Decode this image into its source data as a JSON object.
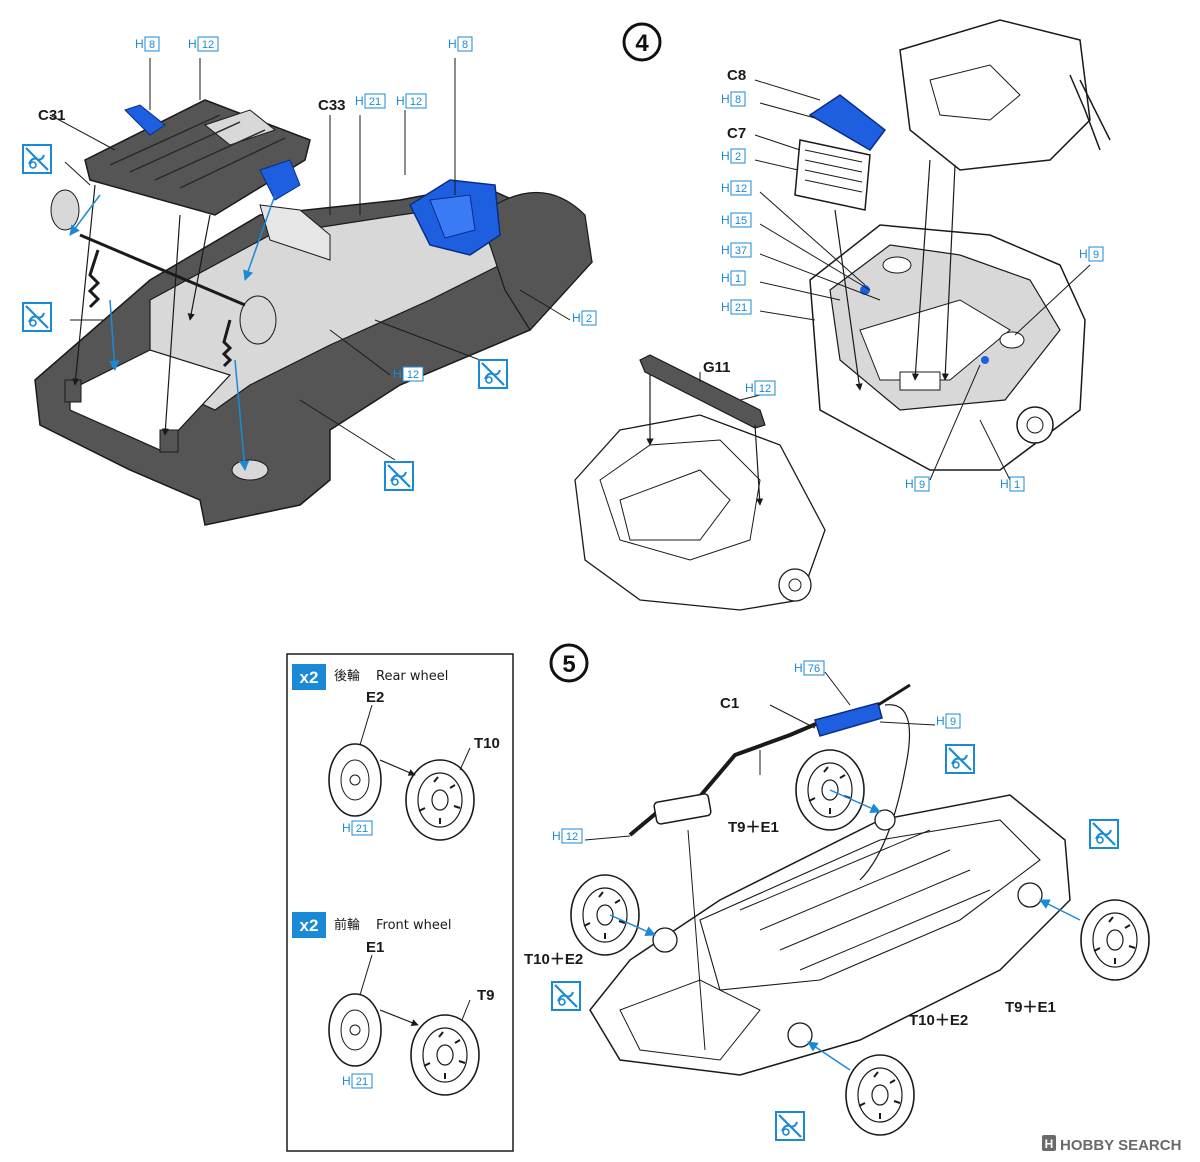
{
  "colors": {
    "accent_blue": "#1a8ad6",
    "part_blue": "#1e5fe0",
    "chassis_gray": "#555555",
    "tub_light": "#d8d8d8",
    "line": "#1a1a1a"
  },
  "steps": [
    {
      "number": "4"
    },
    {
      "number": "5"
    }
  ],
  "paint_codes": [
    {
      "code": "8"
    },
    {
      "code": "12"
    },
    {
      "code": "21"
    },
    {
      "code": "12"
    },
    {
      "code": "8"
    },
    {
      "code": "2"
    },
    {
      "code": "12"
    },
    {
      "code": "8"
    },
    {
      "code": "2"
    },
    {
      "code": "12"
    },
    {
      "code": "15"
    },
    {
      "code": "37"
    },
    {
      "code": "1"
    },
    {
      "code": "21"
    },
    {
      "code": "9"
    },
    {
      "code": "12"
    },
    {
      "code": "9"
    },
    {
      "code": "1"
    },
    {
      "code": "76"
    },
    {
      "code": "9"
    },
    {
      "code": "12"
    },
    {
      "code": "21"
    },
    {
      "code": "21"
    }
  ],
  "paint_prefix": "H",
  "part_labels": {
    "c31": "C31",
    "c33": "C33",
    "c8": "C8",
    "c7": "C7",
    "g11": "G11",
    "c1": "C1",
    "t9e1_top": "T9＋E1",
    "t10e2_left": "T10＋E2",
    "t10e2_bottom": "T10＋E2",
    "t9e1_right": "T9＋E1",
    "e2": "E2",
    "t10": "T10",
    "e1": "E1",
    "t9": "T9"
  },
  "inset": {
    "rear": {
      "qty": "x2",
      "jp": "後輪",
      "en": "Rear wheel"
    },
    "front": {
      "qty": "x2",
      "jp": "前輪",
      "en": "Front wheel"
    }
  },
  "icons": [
    "no-glue-icon"
  ],
  "watermark": {
    "logo": "H",
    "brand": "HOBBY SEARCH"
  }
}
